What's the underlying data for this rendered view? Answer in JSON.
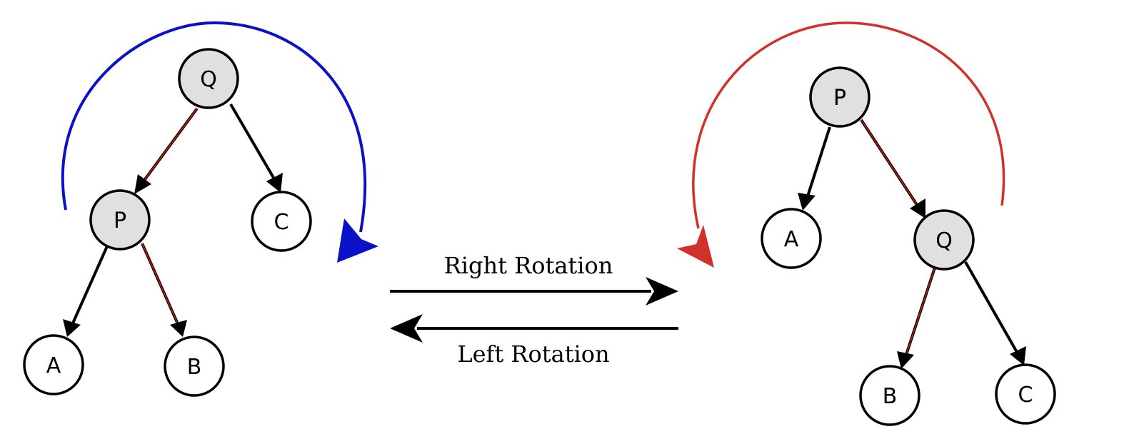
{
  "left_tree": {
    "nodes": [
      {
        "id": "q",
        "label": "Q",
        "highlighted": true
      },
      {
        "id": "p",
        "label": "P",
        "highlighted": true
      },
      {
        "id": "c",
        "label": "C",
        "highlighted": false
      },
      {
        "id": "a",
        "label": "A",
        "highlighted": false
      },
      {
        "id": "b",
        "label": "B",
        "highlighted": false
      }
    ]
  },
  "right_tree": {
    "nodes": [
      {
        "id": "p",
        "label": "P",
        "highlighted": true
      },
      {
        "id": "a",
        "label": "A",
        "highlighted": false
      },
      {
        "id": "q",
        "label": "Q",
        "highlighted": true
      },
      {
        "id": "b",
        "label": "B",
        "highlighted": false
      },
      {
        "id": "c",
        "label": "C",
        "highlighted": false
      }
    ]
  },
  "operations": {
    "right_rotation": "Right Rotation",
    "left_rotation": "Left Rotation"
  },
  "colors": {
    "highlighted_node_fill": "#e0e0e0",
    "node_fill": "#ffffff",
    "right_rotation_arc": "#0a12c8",
    "left_rotation_arc": "#d2302a",
    "highlight_edge": "#cc2200",
    "edge": "#000000"
  }
}
